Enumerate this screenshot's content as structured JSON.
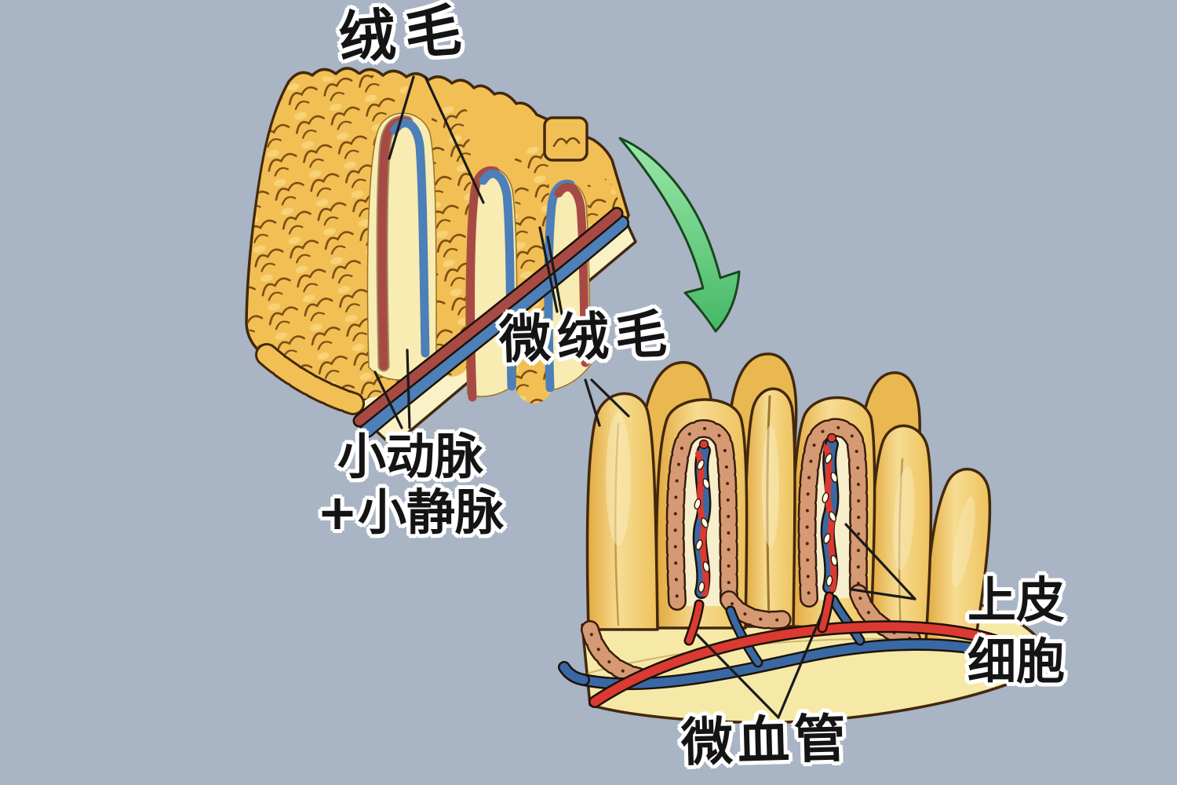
{
  "labels": {
    "villi": "绒毛",
    "microvilli": "微绒毛",
    "arteriole_line1": "小动脉",
    "venule_line2": "+小静脉",
    "epithelial_line1": "上皮",
    "epithelial_line2": "细胞",
    "capillary": "微血管"
  },
  "colors": {
    "background": "#a9b4c4",
    "villus_gold": "#f2bf55",
    "cut_surface_pale": "#f8ecb2",
    "slab_pale": "#f6e9a8",
    "artery_red": "#da3a31",
    "vein_blue": "#3a68a4",
    "muted_artery_red": "#a84a44",
    "muted_vein_blue": "#4d7fb8",
    "epithelial_cell_tan": "#d59a74",
    "arrow_green": "#46b866",
    "outline_brown": "#42280c",
    "label_text": "#141414",
    "label_halo": "#ffffff"
  },
  "icons": {
    "zoom_arrow": "curved green magnification arrow pointing from villi section to enlarged view"
  }
}
